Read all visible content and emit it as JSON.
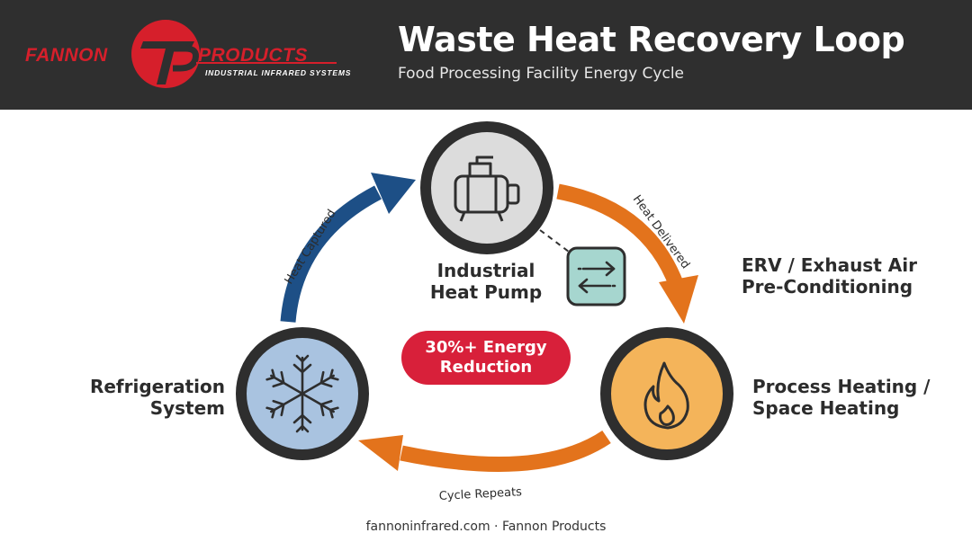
{
  "header": {
    "brand_left": "FANNON",
    "brand_right": "PRODUCTS",
    "brand_tagline": "INDUSTRIAL INFRARED SYSTEMS",
    "title": "Waste Heat Recovery Loop",
    "subtitle": "Food Processing Facility Energy Cycle"
  },
  "nodes": {
    "heat_pump": {
      "line1": "Industrial",
      "line2": "Heat Pump",
      "icon": "compressor-icon",
      "fill": "#dcdcdc"
    },
    "refrigeration": {
      "line1": "Refrigeration",
      "line2": "System",
      "icon": "snowflake-icon",
      "fill": "#a9c3e0"
    },
    "process": {
      "line1": "Process Heating /",
      "line2": "Space Heating",
      "icon": "flame-icon",
      "fill": "#f4b45a"
    },
    "erv": {
      "line1": "ERV / Exhaust Air",
      "line2": "Pre-Conditioning",
      "icon": "exchange-arrows-icon",
      "fill": "#a6d6cf"
    }
  },
  "arrows": {
    "heat_captured": "Heat Captured",
    "heat_delivered": "Heat Delivered",
    "cycle_repeats": "Cycle Repeats"
  },
  "badge": {
    "line1": "30%+ Energy",
    "line2": "Reduction"
  },
  "footer": "fannoninfrared.com · Fannon Products",
  "colors": {
    "header_bg": "#2f2f2f",
    "brand_red": "#d61f2b",
    "arrow_blue": "#1d4f86",
    "arrow_orange": "#e3731c",
    "badge_red": "#d8203a",
    "ring": "#2e2e2e"
  }
}
